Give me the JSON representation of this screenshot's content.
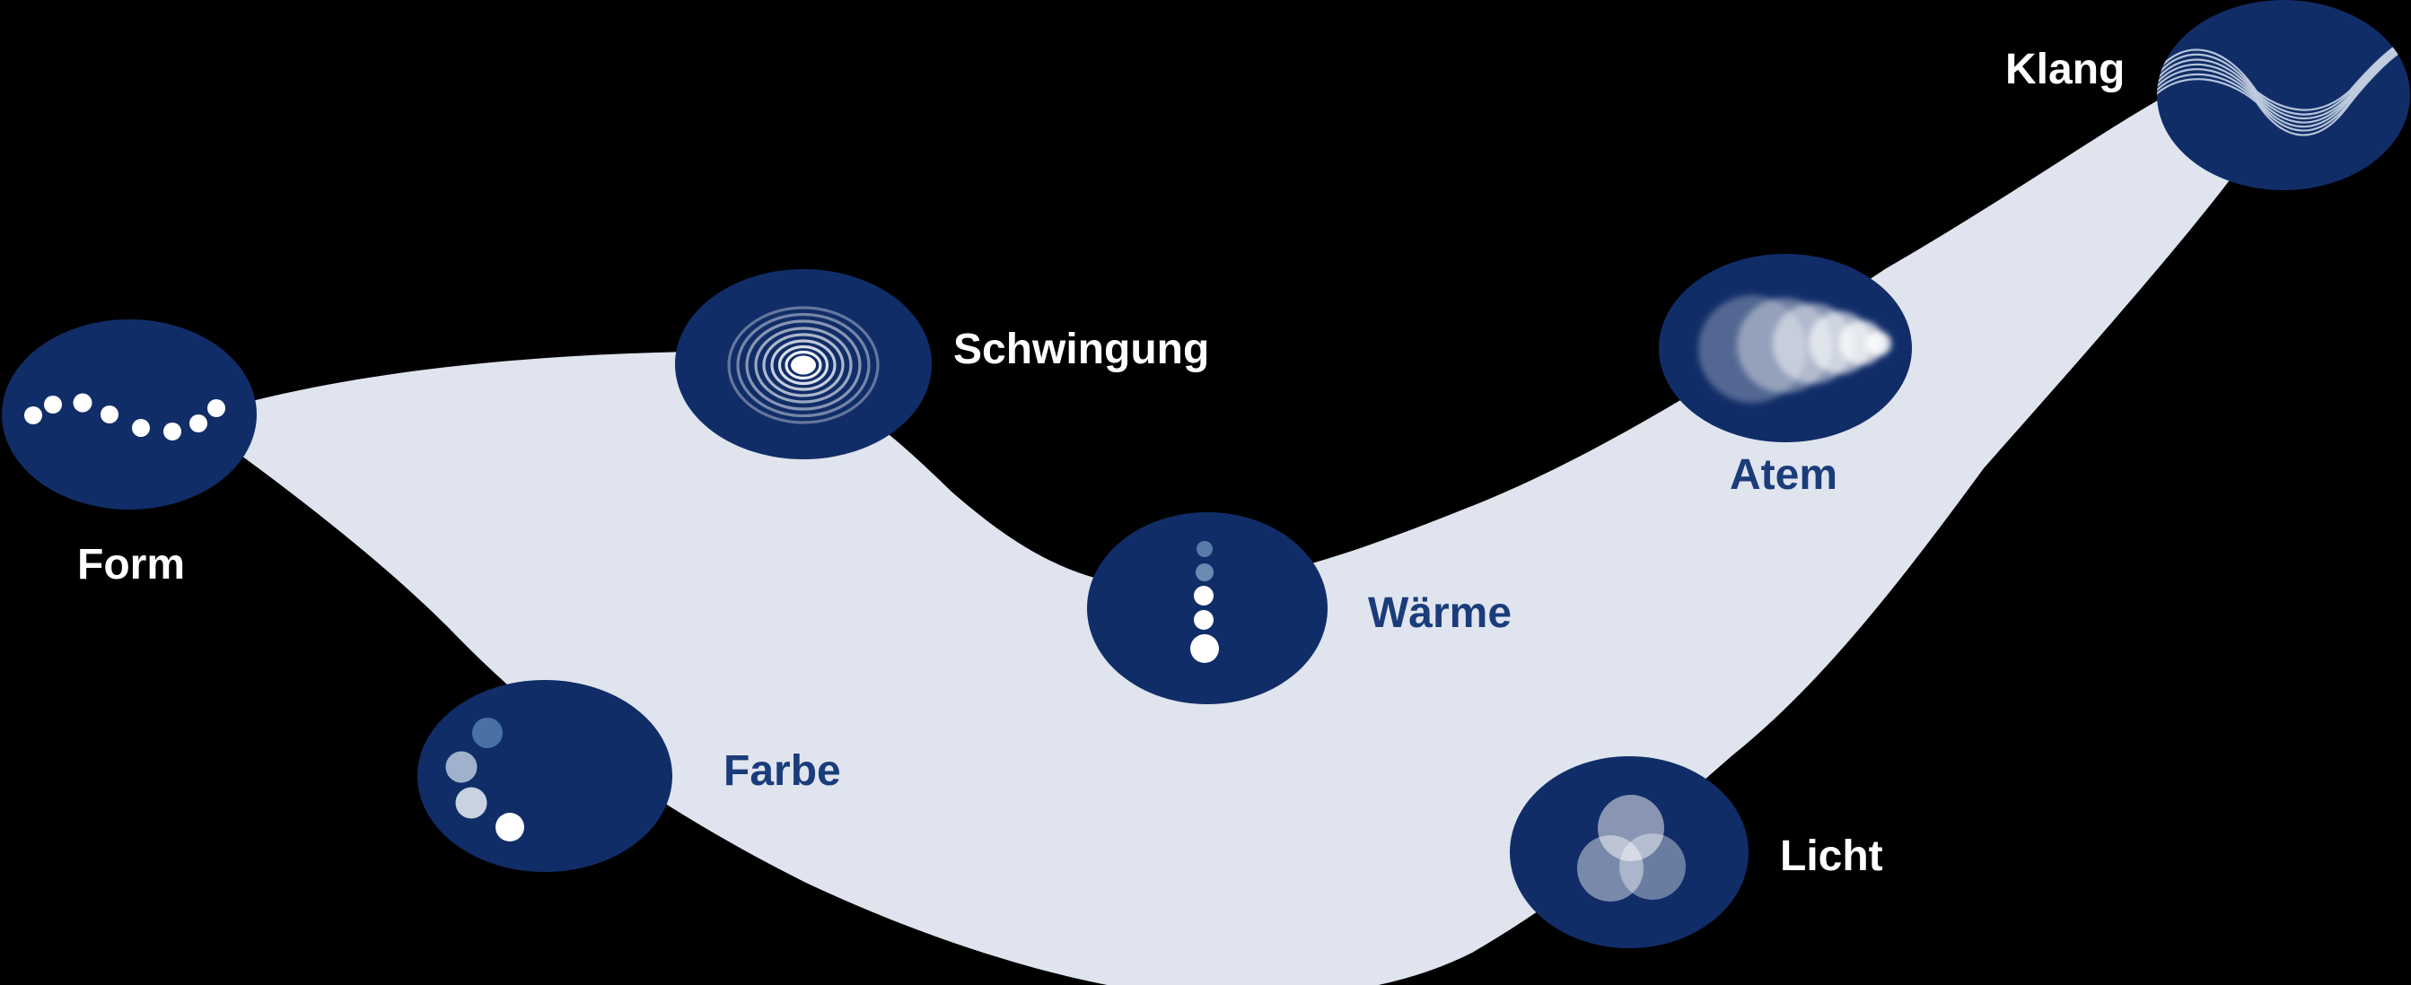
{
  "diagram": {
    "description_visible_text_only": true,
    "background": "#000000"
  },
  "colors": {
    "background": "#000000",
    "ribbon": "#dfe4ee",
    "ellipse": "#112d68",
    "label_light": "#ffffff",
    "label_dark": "#1b3c7a",
    "icon_white": "#ffffff",
    "wave_line": "#c9d5e6",
    "farbe_dot_1": "#4a71a3",
    "farbe_dot_2": "#a0b2cb",
    "farbe_dot_3": "#c9d2e0",
    "steel_dark": "#587ca9",
    "steel_mid": "#6c89b2"
  },
  "nodes": [
    {
      "id": "form",
      "label": "Form",
      "icon": "dotted-wave-icon",
      "label_style": "light"
    },
    {
      "id": "schwingung",
      "label": "Schwingung",
      "icon": "concentric-rings-icon",
      "label_style": "light"
    },
    {
      "id": "farbe",
      "label": "Farbe",
      "icon": "gradient-dots-icon",
      "label_style": "dark"
    },
    {
      "id": "waerme",
      "label": "Wärme",
      "icon": "rising-dots-icon",
      "label_style": "dark"
    },
    {
      "id": "atem",
      "label": "Atem",
      "icon": "breath-comet-icon",
      "label_style": "dark"
    },
    {
      "id": "licht",
      "label": "Licht",
      "icon": "overlapping-circles-icon",
      "label_style": "light"
    },
    {
      "id": "klang",
      "label": "Klang",
      "icon": "sound-wave-icon",
      "label_style": "light"
    }
  ]
}
